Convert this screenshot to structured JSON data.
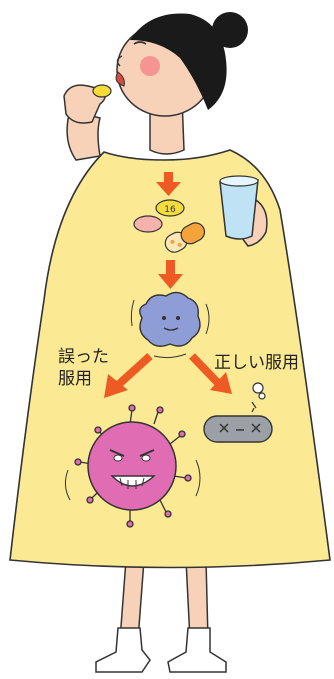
{
  "labels": {
    "wrong_use_line1": "誤った",
    "wrong_use_line2": "服用",
    "correct_use": "正しい服用"
  },
  "pill_text": "16",
  "colors": {
    "dress": "#fbea93",
    "skin": "#f7d1b8",
    "hair": "#1a1a1a",
    "cheek": "#f48a8a",
    "arrow": "#ee5a24",
    "germ_resistant": "#e06cb4",
    "germ_neutral": "#8e9dd6",
    "germ_dead": "#9aa0a6",
    "capsule": "#f3a33a",
    "pill_pink": "#f6b3ad",
    "glass": "#bfe3f4"
  }
}
